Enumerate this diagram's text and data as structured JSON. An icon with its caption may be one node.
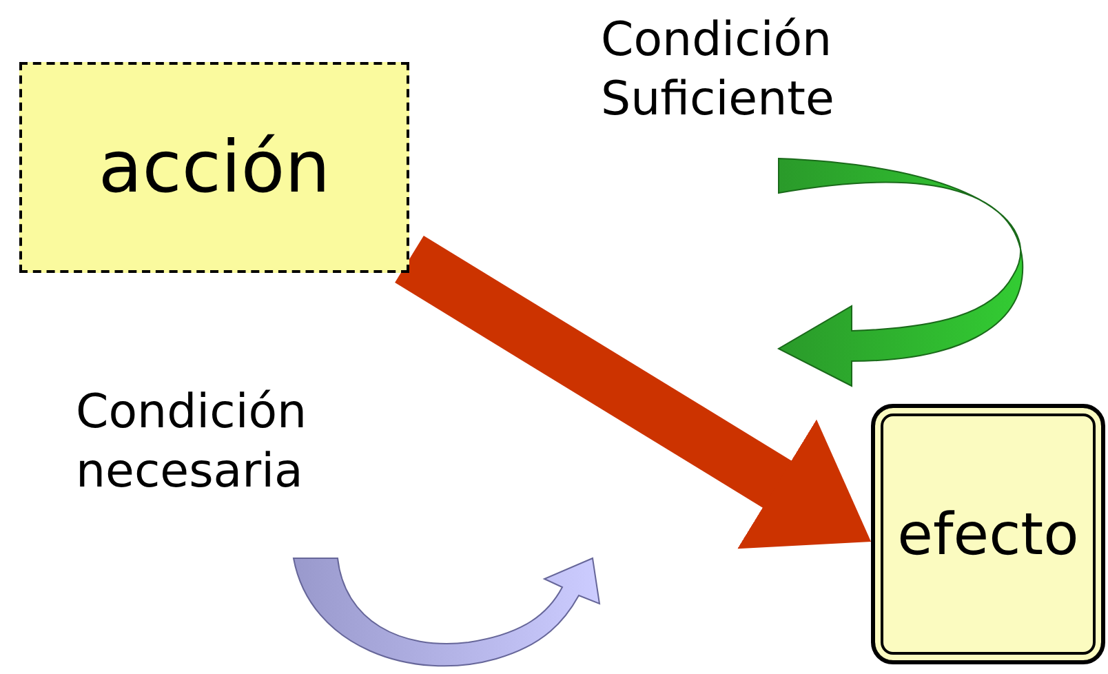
{
  "diagram": {
    "nodes": [
      {
        "text": [
          "acción"
        ]
      },
      {
        "text": [
          "efecto"
        ]
      }
    ],
    "edges": [
      {
        "from": 0,
        "to": 1,
        "arrow": "to",
        "color": "#cc3300"
      }
    ],
    "labels": [
      "Condición Suficiente",
      "Condición necesaria"
    ]
  }
}
